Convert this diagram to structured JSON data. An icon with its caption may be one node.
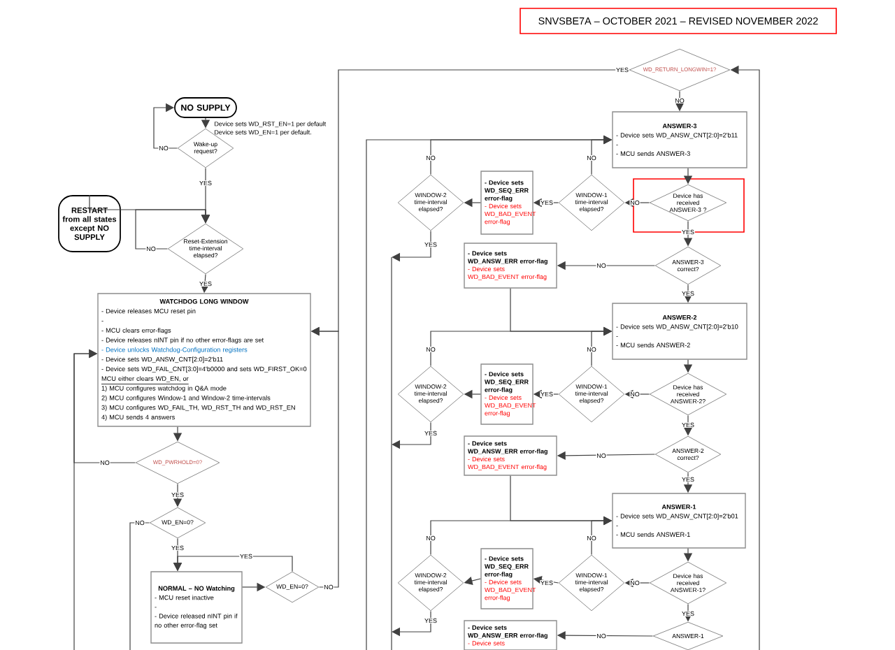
{
  "diagram": {
    "nodes": [
      {
        "text": [
          "NO SUPPLY"
        ]
      },
      {
        "text": [
          "Wake-up request?"
        ]
      },
      {
        "text": [
          "RESTART from all states except NO SUPPLY"
        ]
      },
      {
        "text": [
          "Reset-Extension time-interval elapsed?"
        ]
      },
      {
        "text": [
          "WATCHDOG LONG WINDOW",
          "- Device releases MCU reset pin",
          "-",
          "- MCU clears error-flags",
          "- Device releases nINT pin if no other error-flags are set",
          "- Device unlocks Watchdog-Configuration registers",
          "- Device sets WD_ANSW_CNT[2:0]=2'b11",
          "- Device sets WD_FAIL_CNT[3:0]=4'b0000 and sets WD_FIRST_OK=0",
          "MCU either clears WD_EN, or",
          "1) MCU configures watchdog in Q&A mode",
          "2) MCU configures Window-1 and Window-2 time-intervals",
          "3) MCU configures WD_FAIL_TH, WD_RST_TH and WD_RST_EN",
          "4) MCU sends 4 answers"
        ]
      },
      {
        "text": [
          "WD_PWRHOLD=0?"
        ]
      },
      {
        "text": [
          "WD_EN=0?"
        ]
      },
      {
        "text": [
          "NORMAL – NO Watching",
          "- MCU reset inactive",
          "-",
          "- Device released nINT pin if no other error-flag set"
        ]
      },
      {
        "text": [
          "WD_EN=0?"
        ]
      },
      {
        "text": [
          "WD_RETURN_LONGWIN=1?"
        ]
      },
      {
        "text": [
          "ANSWER-3",
          "- Device sets WD_ANSW_CNT[2:0]=2'b11",
          "-",
          "- MCU sends ANSWER-3"
        ]
      },
      {
        "text": [
          "Device has received ANSWER-3 ?"
        ]
      },
      {
        "text": [
          "ANSWER-3 correct?"
        ]
      },
      {
        "text": [
          "WINDOW-1 time-interval elapsed?"
        ]
      },
      {
        "text": [
          "- Device sets WD_SEQ_ERR error-flag",
          "- Device sets WD_BAD_EVENT error-flag"
        ]
      },
      {
        "text": [
          "WINDOW-2 time-interval elapsed?"
        ]
      },
      {
        "text": [
          "- Device sets WD_ANSW_ERR error-flag",
          "- Device sets WD_BAD_EVENT error-flag"
        ]
      },
      {
        "text": [
          "ANSWER-2",
          "- Device sets WD_ANSW_CNT[2:0]=2'b10",
          "-",
          "- MCU sends ANSWER-2"
        ]
      },
      {
        "text": [
          "Device has received ANSWER-2?"
        ]
      },
      {
        "text": [
          "ANSWER-2 correct?"
        ]
      },
      {
        "text": [
          "WINDOW-1 time-interval elapsed?"
        ]
      },
      {
        "text": [
          "- Device sets WD_SEQ_ERR error-flag",
          "- Device sets WD_BAD_EVENT error-flag"
        ]
      },
      {
        "text": [
          "WINDOW-2 time-interval elapsed?"
        ]
      },
      {
        "text": [
          "- Device sets WD_ANSW_ERR error-flag",
          "- Device sets WD_BAD_EVENT error-flag"
        ]
      },
      {
        "text": [
          "ANSWER-1",
          "- Device sets WD_ANSW_CNT[2:0]=2'b01",
          "-",
          "- MCU sends ANSWER-1"
        ]
      },
      {
        "text": [
          "Device has received ANSWER-1?"
        ]
      },
      {
        "text": [
          "WINDOW-1 time-interval elapsed?"
        ]
      },
      {
        "text": [
          "- Device sets WD_SEQ_ERR error-flag",
          "- Device sets WD_BAD_EVENT error-flag"
        ]
      },
      {
        "text": [
          "WINDOW-2 time-interval elapsed?"
        ]
      },
      {
        "text": [
          "- Device sets WD_ANSW_ERR error-flag",
          "- Device sets"
        ]
      },
      {
        "text": [
          "ANSWER-1"
        ]
      }
    ],
    "edges": [
      {
        "from": 0,
        "to": 1,
        "arrow": "to"
      },
      {
        "from": 1,
        "to": 0,
        "arrow": "to",
        "label": "NO"
      },
      {
        "from": 1,
        "to": 3,
        "arrow": "to",
        "label": "YES"
      },
      {
        "from": 2,
        "to": 3,
        "arrow": "to"
      },
      {
        "from": 3,
        "to": 3,
        "arrow": "to",
        "label": "NO"
      },
      {
        "from": 3,
        "to": 4,
        "arrow": "to",
        "label": "YES"
      },
      {
        "from": 4,
        "to": 5,
        "arrow": "to"
      },
      {
        "from": 5,
        "to": 4,
        "arrow": "to",
        "label": "NO"
      },
      {
        "from": null,
        "to": 4,
        "arrow": "to"
      },
      {
        "from": 5,
        "to": 6,
        "arrow": "to",
        "label": "YES"
      },
      {
        "from": 6,
        "to": null,
        "arrow": "none",
        "label": "NO"
      },
      {
        "from": 6,
        "to": 7,
        "arrow": "to",
        "label": "YES"
      },
      {
        "from": 7,
        "to": 8,
        "arrow": "to"
      },
      {
        "from": 8,
        "to": 7,
        "arrow": "to",
        "label": "YES"
      },
      {
        "from": 8,
        "to": 4,
        "arrow": "to",
        "label": "NO"
      },
      {
        "from": 9,
        "to": 4,
        "arrow": "to",
        "label": "YES"
      },
      {
        "from": 9,
        "to": 10,
        "arrow": "to",
        "label": "NO"
      },
      {
        "from": 10,
        "to": 11,
        "arrow": "to"
      },
      {
        "from": 11,
        "to": 13,
        "arrow": "to",
        "label": "NO"
      },
      {
        "from": 11,
        "to": 12,
        "arrow": "to",
        "label": "YES"
      },
      {
        "from": 12,
        "to": 16,
        "arrow": "to",
        "label": "NO"
      },
      {
        "from": 12,
        "to": 17,
        "arrow": "to",
        "label": "YES"
      },
      {
        "from": 13,
        "to": 10,
        "arrow": "to",
        "label": "NO"
      },
      {
        "from": 15,
        "to": 10,
        "arrow": "to",
        "label": "NO"
      },
      {
        "from": null,
        "to": 10,
        "arrow": "to"
      },
      {
        "from": 13,
        "to": 14,
        "arrow": "to",
        "label": "YES"
      },
      {
        "from": 14,
        "to": 15,
        "arrow": "to"
      },
      {
        "from": 15,
        "to": null,
        "arrow": "to",
        "label": "YES"
      },
      {
        "from": 16,
        "to": 17,
        "arrow": "to"
      },
      {
        "from": 17,
        "to": 18,
        "arrow": "to"
      },
      {
        "from": 18,
        "to": 20,
        "arrow": "to",
        "label": "NO"
      },
      {
        "from": 18,
        "to": 19,
        "arrow": "to",
        "label": "YES"
      },
      {
        "from": 19,
        "to": 23,
        "arrow": "to",
        "label": "NO"
      },
      {
        "from": 19,
        "to": 24,
        "arrow": "to",
        "label": "YES"
      },
      {
        "from": 20,
        "to": 17,
        "arrow": "to",
        "label": "NO"
      },
      {
        "from": 22,
        "to": 17,
        "arrow": "to",
        "label": "NO"
      },
      {
        "from": 20,
        "to": 21,
        "arrow": "to",
        "label": "YES"
      },
      {
        "from": 21,
        "to": 22,
        "arrow": "to"
      },
      {
        "from": 22,
        "to": null,
        "arrow": "to",
        "label": "YES"
      },
      {
        "from": 23,
        "to": 24,
        "arrow": "to"
      },
      {
        "from": 24,
        "to": 25,
        "arrow": "to"
      },
      {
        "from": 25,
        "to": 26,
        "arrow": "to",
        "label": "NO"
      },
      {
        "from": 25,
        "to": 30,
        "arrow": "to",
        "label": "YES"
      },
      {
        "from": 26,
        "to": 24,
        "arrow": "to",
        "label": "NO"
      },
      {
        "from": 28,
        "to": 24,
        "arrow": "to",
        "label": "NO"
      },
      {
        "from": 26,
        "to": 27,
        "arrow": "to",
        "label": "YES"
      },
      {
        "from": 27,
        "to": 28,
        "arrow": "to"
      },
      {
        "from": 28,
        "to": null,
        "arrow": "to",
        "label": "YES"
      },
      {
        "from": 30,
        "to": 29,
        "arrow": "to",
        "label": "NO"
      },
      {
        "from": null,
        "to": 9,
        "arrow": "to"
      }
    ],
    "labels": [
      "SNVSBE7A – OCTOBER 2021 – REVISED NOVEMBER 2022",
      "Device sets WD_RST_EN=1 per default",
      "Device sets WD_EN=1 per default."
    ]
  }
}
